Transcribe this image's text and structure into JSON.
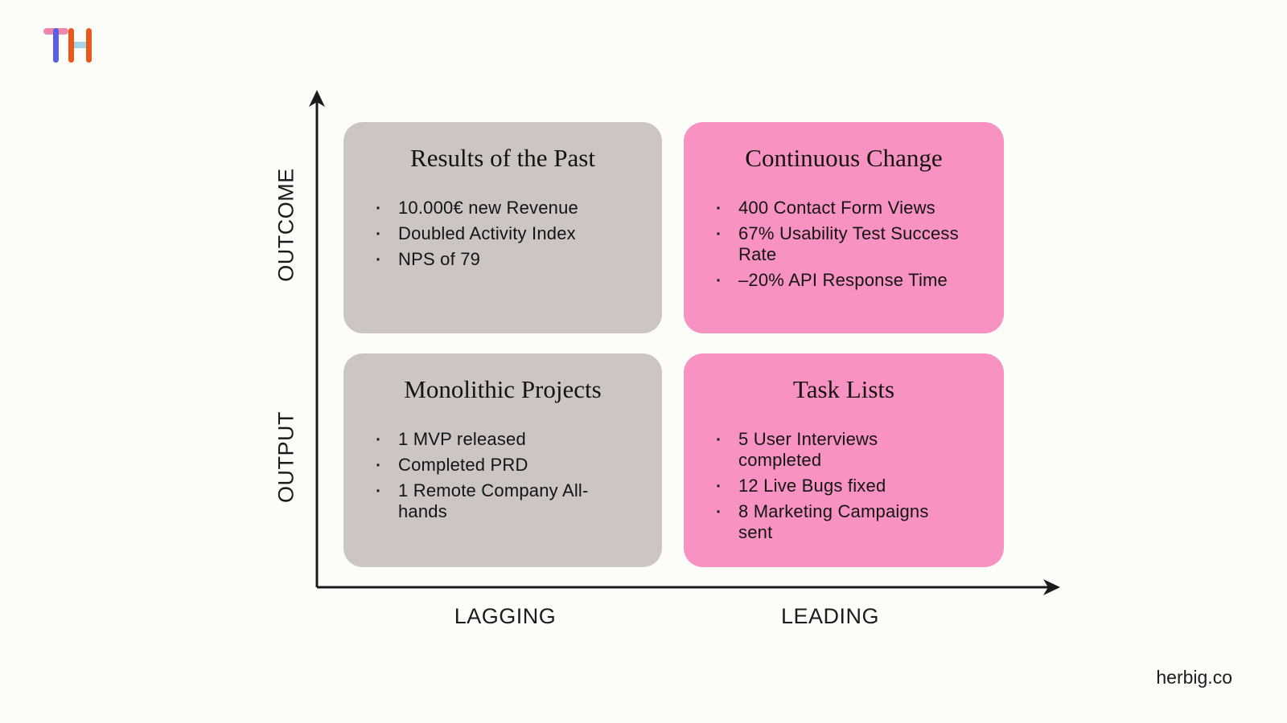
{
  "brand": {
    "logo": {
      "name": "TH",
      "t_bar_color": "#ee86ae",
      "t_stem_color": "#5a5fe0",
      "h_bars_color": "#e8581c",
      "h_crossbar_color": "#a5d4e6"
    },
    "website": "herbig.co"
  },
  "matrix": {
    "bullet_char": "·",
    "colors": {
      "background": "#fcfcf8",
      "lagging_box": "#ccc5c3",
      "leading_box": "#f792c2",
      "axis": "#1a1a1a",
      "text": "#1b1b1b"
    },
    "y_axis": {
      "top_label": "OUTCOME",
      "bottom_label": "OUTPUT"
    },
    "x_axis": {
      "left_label": "LAGGING",
      "right_label": "LEADING"
    },
    "quadrants": [
      {
        "position": "top-left",
        "title": "Results of the Past",
        "bg": "#ccc5c3",
        "items": [
          "10.000€ new Revenue",
          "Doubled Activity Index",
          "NPS of 79"
        ]
      },
      {
        "position": "top-right",
        "title": "Continuous Change",
        "bg": "#f792c2",
        "items": [
          "400 Contact Form Views",
          "67% Usability Test Success\nRate",
          "–20% API Response Time"
        ]
      },
      {
        "position": "bottom-left",
        "title": "Monolithic Projects",
        "bg": "#ccc5c3",
        "items": [
          "1 MVP released",
          "Completed PRD",
          "1 Remote Company All-\nhands"
        ]
      },
      {
        "position": "bottom-right",
        "title": "Task Lists",
        "bg": "#f792c2",
        "items": [
          "5 User Interviews\ncompleted",
          "12 Live Bugs fixed",
          "8 Marketing Campaigns\nsent"
        ]
      }
    ]
  }
}
